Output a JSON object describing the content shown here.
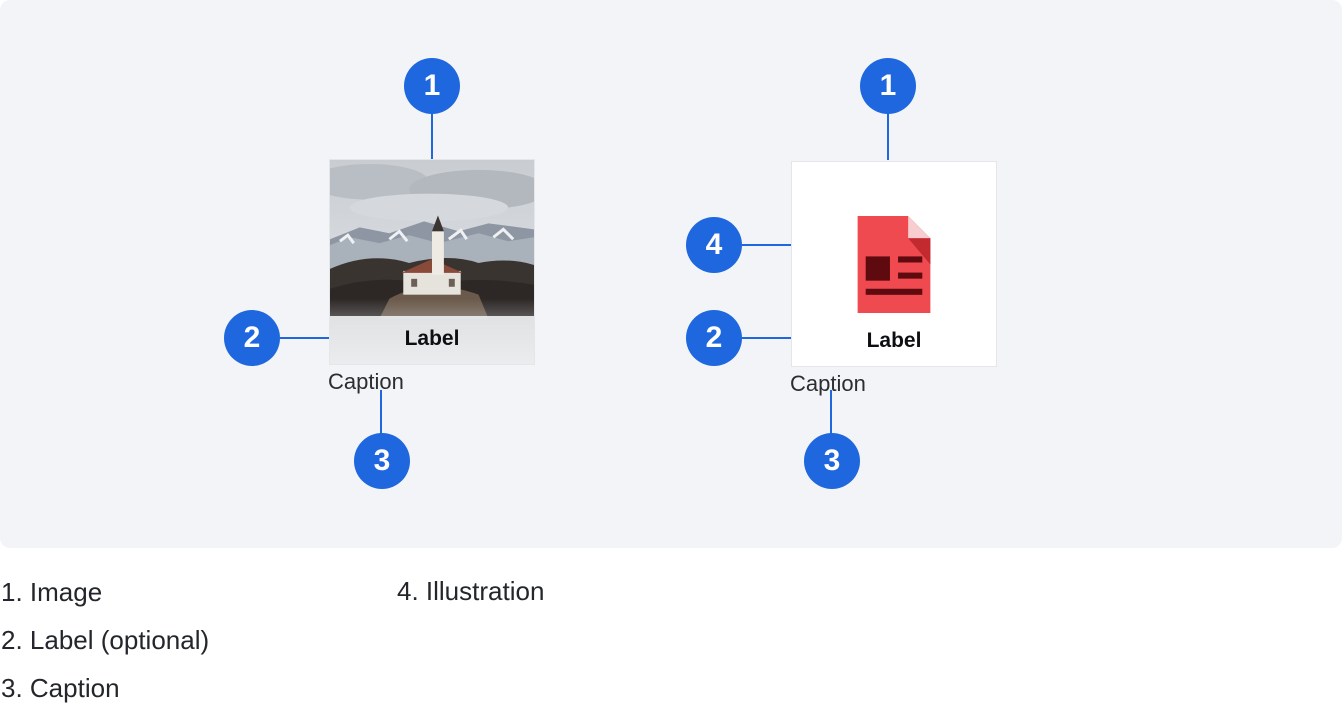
{
  "left_card": {
    "label": "Label",
    "caption": "Caption",
    "badge_image": "1",
    "badge_label": "2",
    "badge_caption": "3"
  },
  "right_card": {
    "label": "Label",
    "caption": "Caption",
    "badge_image": "1",
    "badge_illustration": "4",
    "badge_label": "2",
    "badge_caption": "3",
    "icon": "document-illustration-icon"
  },
  "legend": {
    "item1": "1. Image",
    "item2": "2. Label (optional)",
    "item3": "3. Caption",
    "item4": "4. Illustration"
  },
  "colors": {
    "badge": "#1f67df",
    "panel": "#f2f4f7",
    "document": "#ee4a50"
  }
}
